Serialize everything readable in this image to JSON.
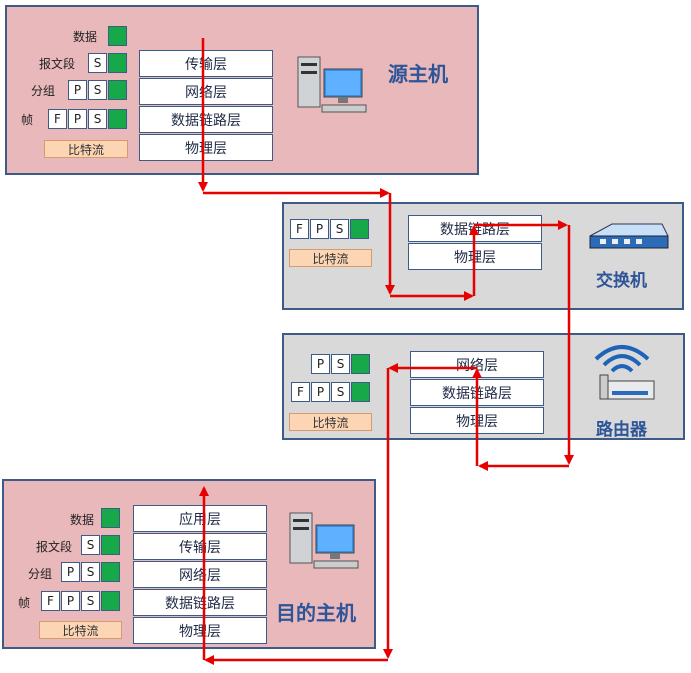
{
  "source": {
    "title": "源主机",
    "labels": {
      "data": "数据",
      "segment": "报文段",
      "packet": "分组",
      "frame": "帧"
    },
    "layers": [
      "传输层",
      "网络层",
      "数据链路层",
      "物理层"
    ],
    "bitstream": "比特流"
  },
  "switch": {
    "title": "交换机",
    "layers": [
      "数据链路层",
      "物理层"
    ],
    "bitstream": "比特流"
  },
  "router": {
    "title": "路由器",
    "layers": [
      "网络层",
      "数据链路层",
      "物理层"
    ],
    "bitstream": "比特流"
  },
  "dest": {
    "title": "目的主机",
    "labels": {
      "data": "数据",
      "segment": "报文段",
      "packet": "分组",
      "frame": "帧"
    },
    "layers": [
      "应用层",
      "传输层",
      "网络层",
      "数据链路层",
      "物理层"
    ],
    "bitstream": "比特流"
  },
  "headers": {
    "f": "F",
    "p": "P",
    "s": "S"
  },
  "colors": {
    "data": "#17a84a",
    "path": "#e60000",
    "panel_border": "#3d5b87"
  }
}
